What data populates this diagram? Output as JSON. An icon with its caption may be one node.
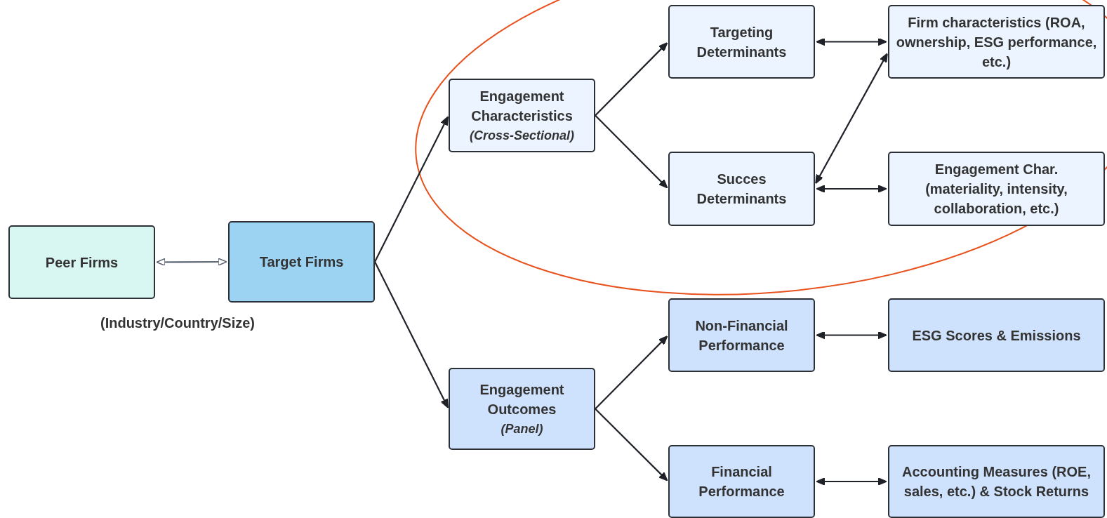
{
  "diagram": {
    "nodes": [
      {
        "text": [
          "Peer Firms"
        ]
      },
      {
        "text": [
          "Target Firms"
        ]
      },
      {
        "text": [
          "Engagement Characteristics",
          "(Cross-Sectional)"
        ]
      },
      {
        "text": [
          "Targeting Determinants"
        ]
      },
      {
        "text": [
          "Firm characteristics (ROA, ownership, ESG performance, etc.)"
        ]
      },
      {
        "text": [
          "Succes Determinants"
        ]
      },
      {
        "text": [
          "Engagement Char. (materiality, intensity, collaboration, etc.)"
        ]
      },
      {
        "text": [
          "Engagement Outcomes",
          "(Panel)"
        ]
      },
      {
        "text": [
          "Non-Financial Performance"
        ]
      },
      {
        "text": [
          "ESG Scores & Emissions"
        ]
      },
      {
        "text": [
          "Financial Performance"
        ]
      },
      {
        "text": [
          "Accounting Measures (ROE, sales, etc.) & Stock Returns"
        ]
      }
    ],
    "edges": [
      {
        "from": 0,
        "to": 1,
        "arrow": "both",
        "color": "#5a6270"
      },
      {
        "from": 1,
        "to": 2,
        "arrow": "to"
      },
      {
        "from": 1,
        "to": 7,
        "arrow": "to"
      },
      {
        "from": 2,
        "to": 3,
        "arrow": "to"
      },
      {
        "from": 2,
        "to": 5,
        "arrow": "to"
      },
      {
        "from": 3,
        "to": 4,
        "arrow": "both"
      },
      {
        "from": 5,
        "to": 4,
        "arrow": "both"
      },
      {
        "from": 5,
        "to": 6,
        "arrow": "both"
      },
      {
        "from": 7,
        "to": 8,
        "arrow": "to"
      },
      {
        "from": 7,
        "to": 10,
        "arrow": "to"
      },
      {
        "from": 8,
        "to": 9,
        "arrow": "both"
      },
      {
        "from": 10,
        "to": 11,
        "arrow": "both"
      }
    ],
    "labels": [
      "(Industry/Country/Size)"
    ]
  }
}
